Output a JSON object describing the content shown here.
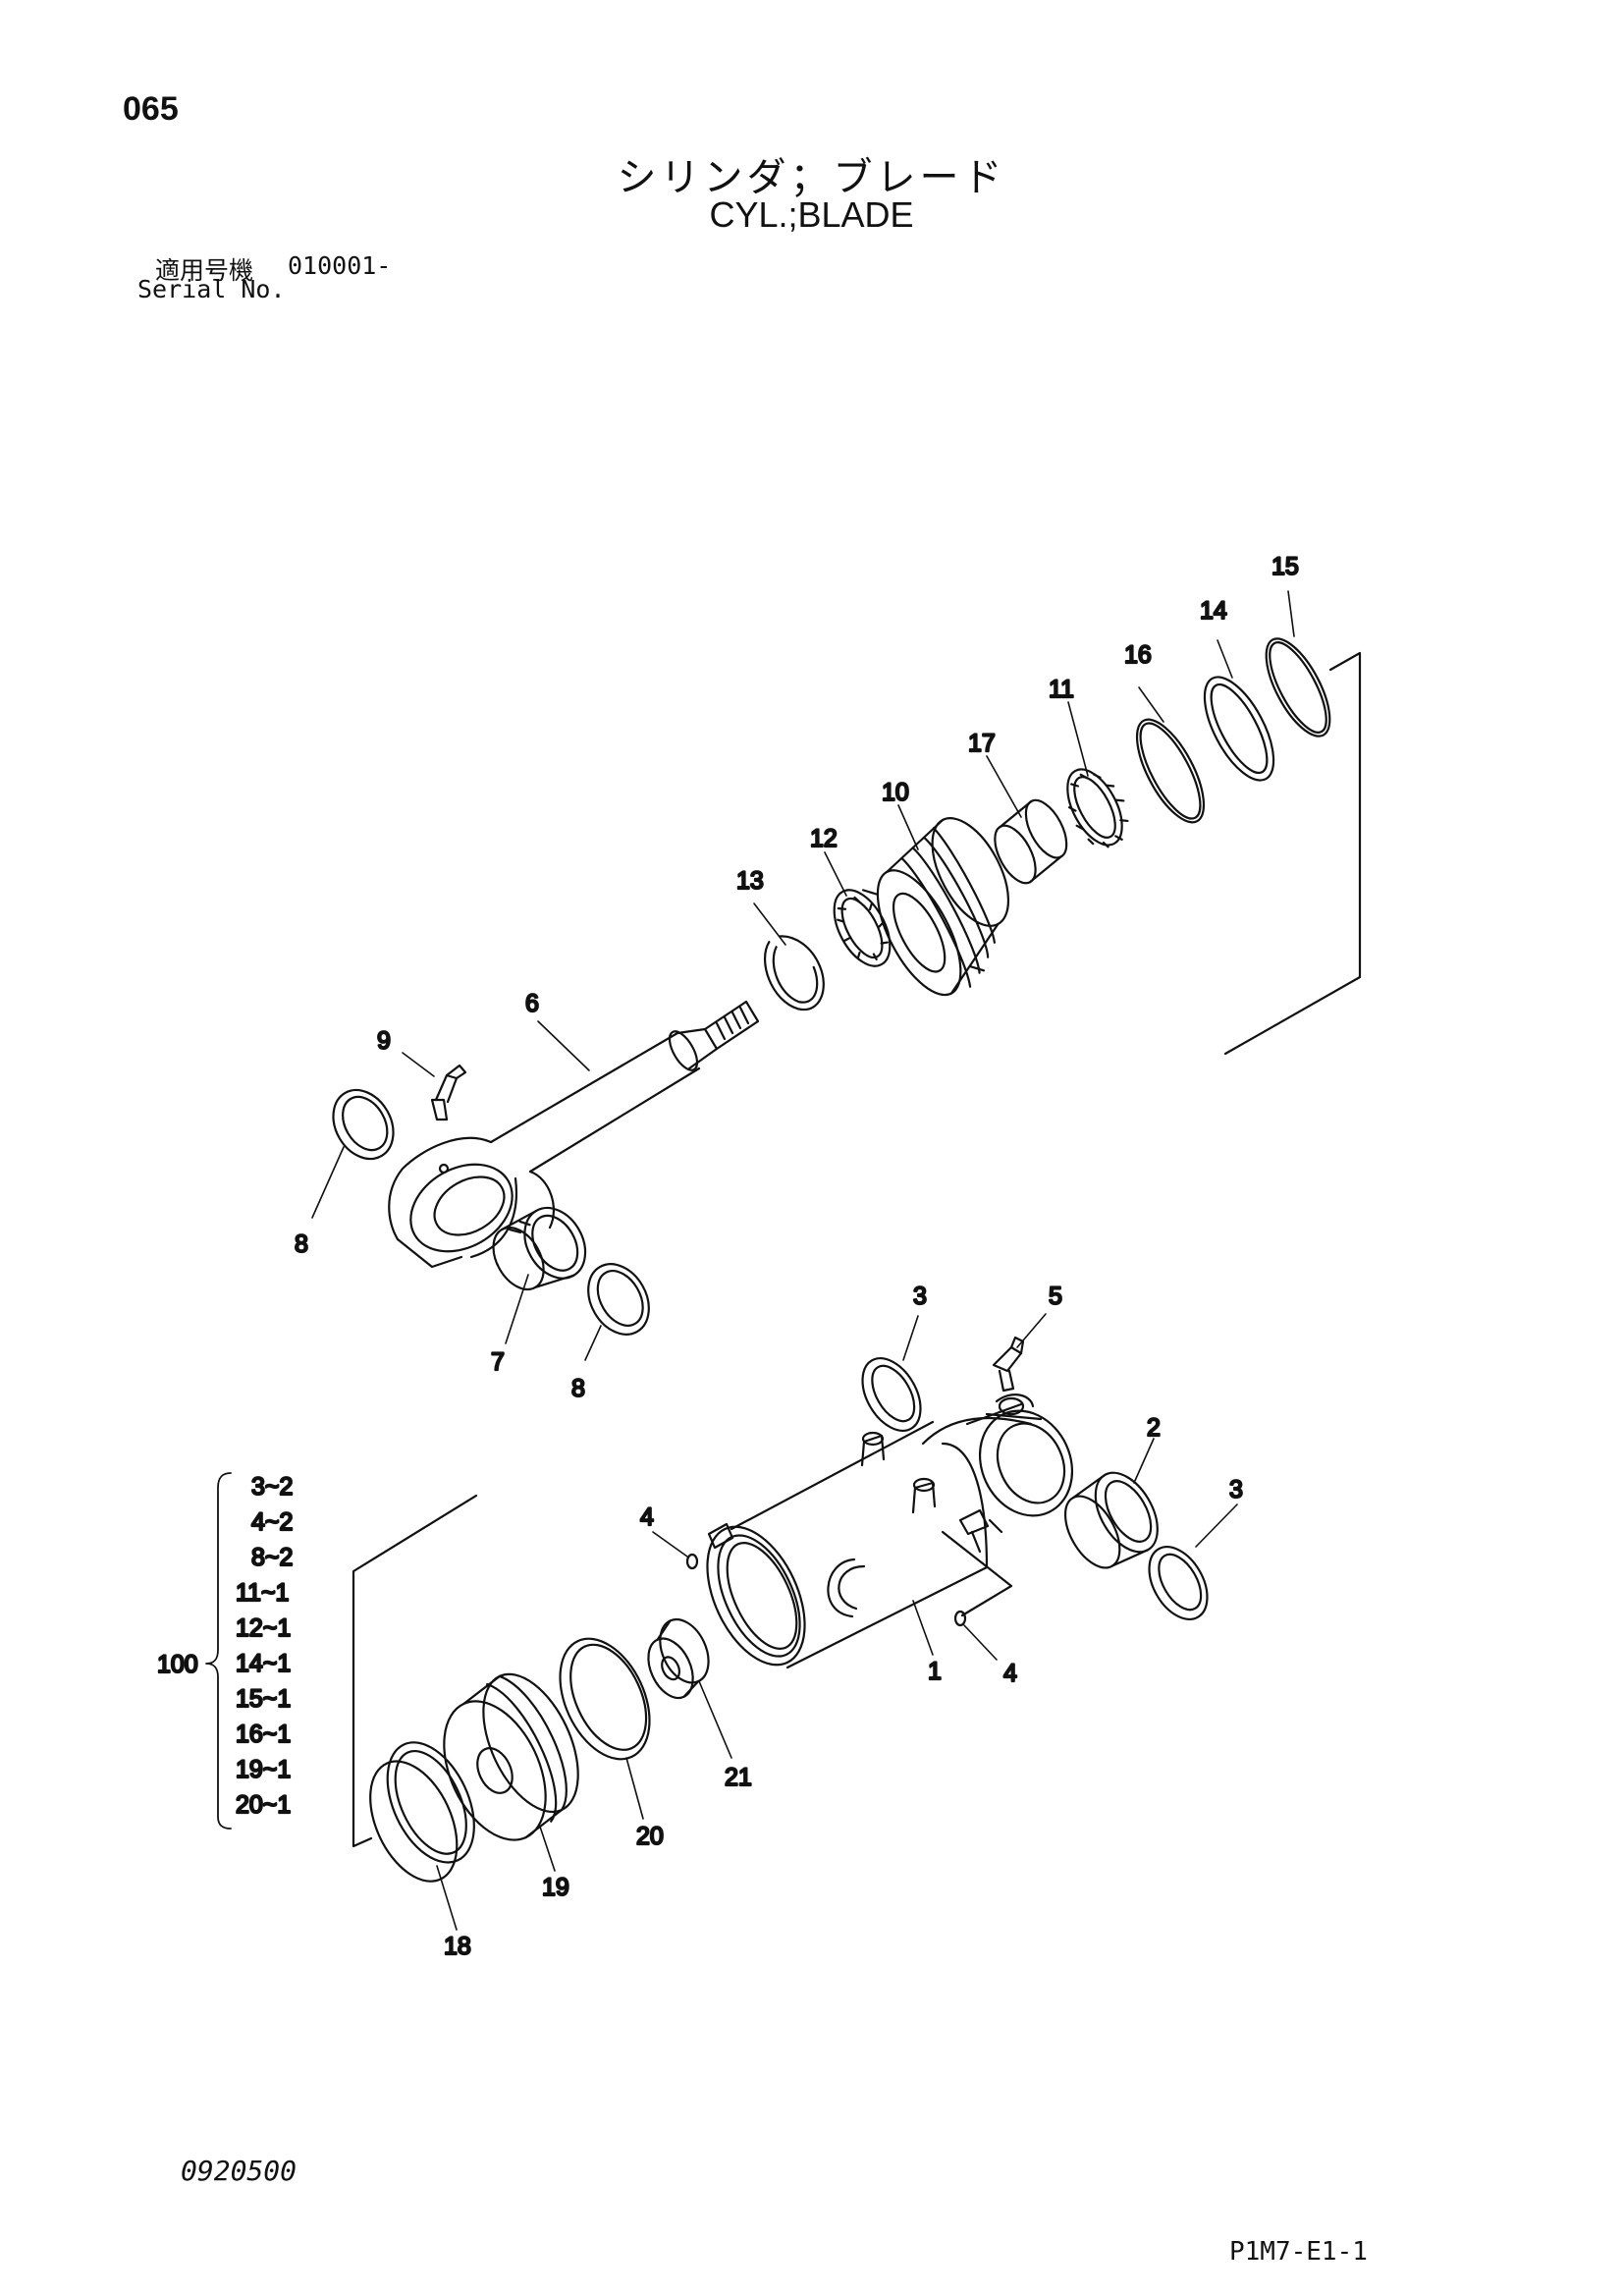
{
  "header": {
    "page_number": "065",
    "title_jp": "シリンダ；ブレード",
    "title_en": "CYL.;BLADE",
    "serial_label_jp": "適用号機",
    "serial_value": "010001-",
    "serial_label_en": "Serial No."
  },
  "callouts": {
    "c1": "1",
    "c2": "2",
    "c3a": "3",
    "c3b": "3",
    "c4a": "4",
    "c4b": "4",
    "c5": "5",
    "c6": "6",
    "c7": "7",
    "c8a": "8",
    "c8b": "8",
    "c9": "9",
    "c10": "10",
    "c11": "11",
    "c12": "12",
    "c13": "13",
    "c14": "14",
    "c15": "15",
    "c16": "16",
    "c17": "17",
    "c18": "18",
    "c19": "19",
    "c20": "20",
    "c21": "21"
  },
  "kit": {
    "label": "100",
    "items": [
      "3~2",
      "4~2",
      "8~2",
      "11~1",
      "12~1",
      "14~1",
      "15~1",
      "16~1",
      "19~1",
      "20~1"
    ]
  },
  "footer": {
    "doc_code": "0920500",
    "page_code": "P1M7-E1-1"
  }
}
